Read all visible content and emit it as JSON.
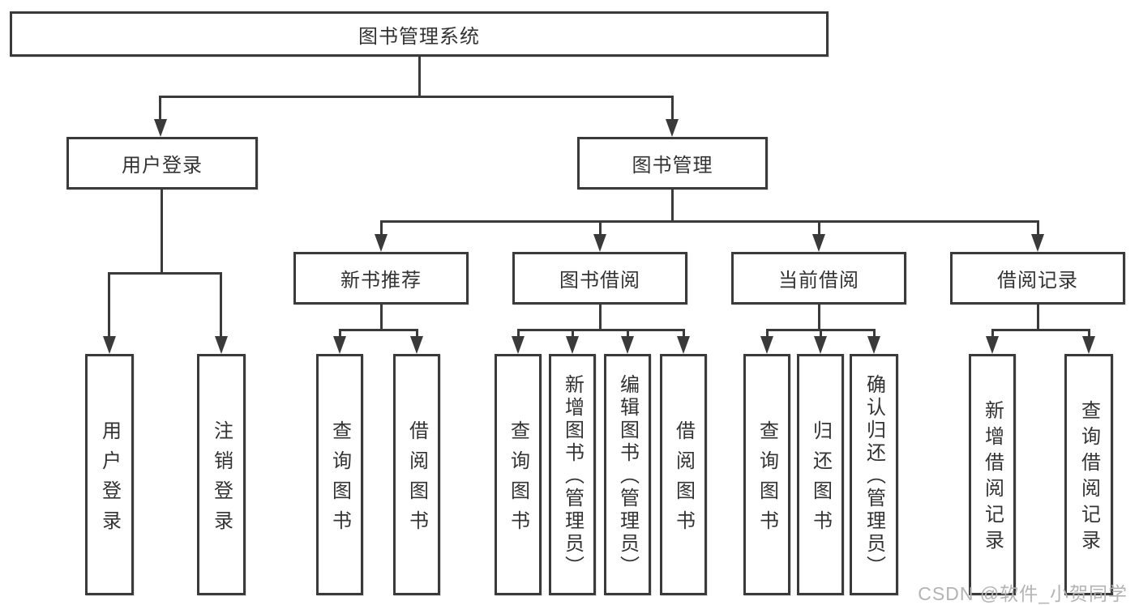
{
  "diagram": {
    "root": {
      "label": "图书管理系统"
    },
    "branches": {
      "user_login": {
        "label": "用户登录"
      },
      "book_mgmt": {
        "label": "图书管理"
      }
    },
    "modules": {
      "new_books": {
        "label": "新书推荐"
      },
      "book_borrow": {
        "label": "图书借阅"
      },
      "current_borrow": {
        "label": "当前借阅"
      },
      "borrow_records": {
        "label": "借阅记录"
      }
    },
    "leaves": {
      "login": {
        "label": "用户登录"
      },
      "logout": {
        "label": "注销登录"
      },
      "nb_query": {
        "label": "查询图书"
      },
      "nb_borrow": {
        "label": "借阅图书"
      },
      "bb_query": {
        "label": "查询图书"
      },
      "bb_add": {
        "label": "新增图书（管理员）"
      },
      "bb_edit": {
        "label": "编辑图书（管理员）"
      },
      "bb_borrow": {
        "label": "借阅图书"
      },
      "cb_query": {
        "label": "查询图书"
      },
      "cb_return": {
        "label": "归还图书"
      },
      "cb_confirm": {
        "label": "确认归还（管理员）"
      },
      "br_add": {
        "label": "新增借阅记录"
      },
      "br_query": {
        "label": "查询借阅记录"
      }
    },
    "hierarchy": {
      "图书管理系统": {
        "用户登录": [
          "用户登录",
          "注销登录"
        ],
        "图书管理": {
          "新书推荐": [
            "查询图书",
            "借阅图书"
          ],
          "图书借阅": [
            "查询图书",
            "新增图书（管理员）",
            "编辑图书（管理员）",
            "借阅图书"
          ],
          "当前借阅": [
            "查询图书",
            "归还图书",
            "确认归还（管理员）"
          ],
          "借阅记录": [
            "新增借阅记录",
            "查询借阅记录"
          ]
        }
      }
    },
    "watermark": "CSDN @软件_小贺同学",
    "colors": {
      "line": "#3a3a3a",
      "text": "#333333",
      "watermark": "#b3b3b3",
      "box_background": "#ffffff",
      "page_background": "#ffffff"
    }
  }
}
